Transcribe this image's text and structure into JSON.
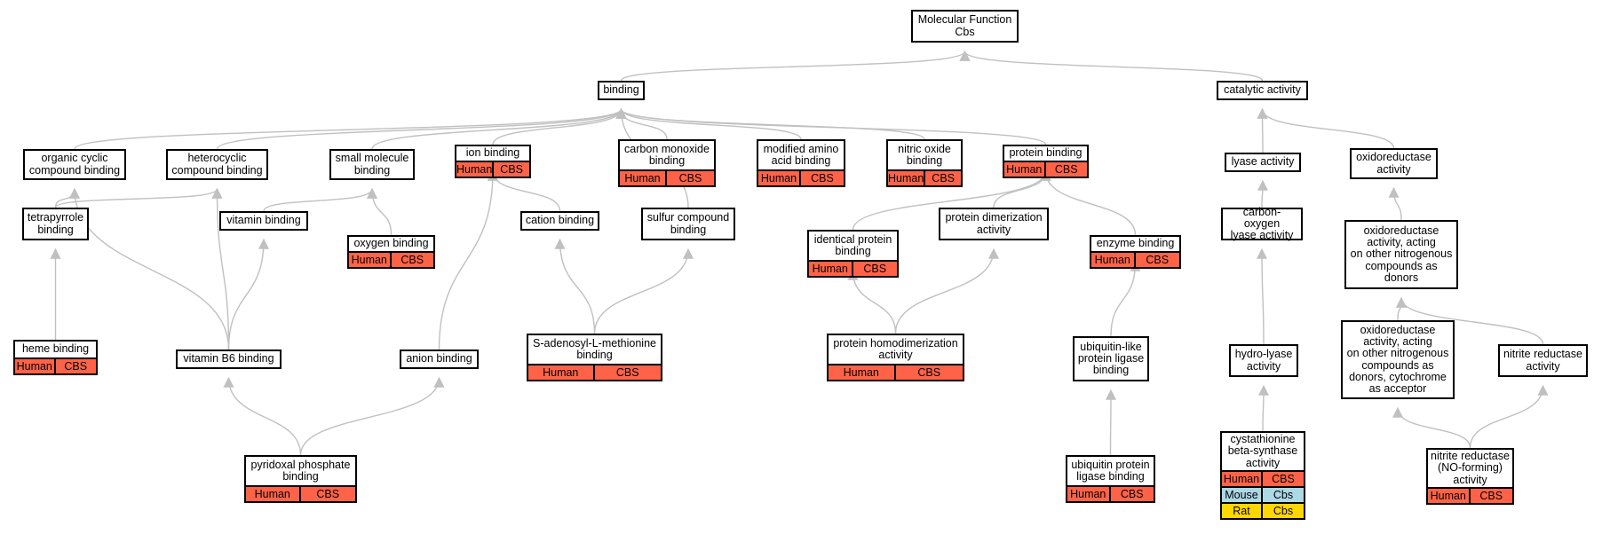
{
  "colors": {
    "edge": "#c0c0c0",
    "human": "#ff6347",
    "mouse": "#add8e6",
    "rat": "#ffd700",
    "border": "#000000",
    "background": "#ffffff"
  },
  "terms": {
    "molecular_function": [
      "Molecular Function",
      "Cbs"
    ],
    "binding": [
      "binding"
    ],
    "catalytic_activity": [
      "catalytic activity"
    ],
    "organic_cyclic": [
      "organic cyclic",
      "compound binding"
    ],
    "heterocyclic": [
      "heterocyclic",
      "compound binding"
    ],
    "small_molecule": [
      "small molecule",
      "binding"
    ],
    "ion_binding": [
      "ion binding"
    ],
    "carbon_monoxide": [
      "carbon monoxide",
      "binding"
    ],
    "modified_amino": [
      "modified amino",
      "acid binding"
    ],
    "nitric_oxide": [
      "nitric oxide",
      "binding"
    ],
    "protein_binding": [
      "protein binding"
    ],
    "lyase_activity": [
      "lyase activity"
    ],
    "oxidoreductase": [
      "oxidoreductase",
      "activity"
    ],
    "tetrapyrrole": [
      "tetrapyrrole",
      "binding"
    ],
    "vitamin_binding": [
      "vitamin binding"
    ],
    "oxygen_binding": [
      "oxygen binding"
    ],
    "cation_binding": [
      "cation binding"
    ],
    "sulfur_compound": [
      "sulfur compound",
      "binding"
    ],
    "identical_protein": [
      "identical protein",
      "binding"
    ],
    "protein_dimerization": [
      "protein dimerization",
      "activity"
    ],
    "enzyme_binding": [
      "enzyme binding"
    ],
    "carbon_oxygen_lyase": [
      "carbon-oxygen",
      "lyase activity"
    ],
    "oxidoreductase_nitrogenous": [
      "oxidoreductase",
      "activity, acting",
      "on other nitrogenous",
      "compounds as",
      "donors"
    ],
    "heme_binding": [
      "heme binding"
    ],
    "vitamin_b6": [
      "vitamin B6 binding"
    ],
    "anion_binding": [
      "anion binding"
    ],
    "sam_binding": [
      "S-adenosyl-L-methionine",
      "binding"
    ],
    "protein_homodimerization": [
      "protein homodimerization",
      "activity"
    ],
    "ubiquitin_like": [
      "ubiquitin-like",
      "protein ligase",
      "binding"
    ],
    "hydro_lyase": [
      "hydro-lyase",
      "activity"
    ],
    "oxidoreductase_cytochrome": [
      "oxidoreductase",
      "activity, acting",
      "on other nitrogenous",
      "compounds as",
      "donors, cytochrome",
      "as acceptor"
    ],
    "nitrite_reductase": [
      "nitrite reductase",
      "activity"
    ],
    "pyridoxal_phosphate": [
      "pyridoxal phosphate",
      "binding"
    ],
    "ubiquitin_protein_ligase": [
      "ubiquitin protein",
      "ligase binding"
    ],
    "cystathionine": [
      "cystathionine",
      "beta-synthase",
      "activity"
    ],
    "nitrite_reductase_no": [
      "nitrite reductase",
      "(NO-forming)",
      "activity"
    ]
  },
  "annotations": {
    "ion_binding": [
      [
        "Human",
        "CBS"
      ]
    ],
    "carbon_monoxide": [
      [
        "Human",
        "CBS"
      ]
    ],
    "modified_amino": [
      [
        "Human",
        "CBS"
      ]
    ],
    "nitric_oxide": [
      [
        "Human",
        "CBS"
      ]
    ],
    "protein_binding": [
      [
        "Human",
        "CBS"
      ]
    ],
    "oxygen_binding": [
      [
        "Human",
        "CBS"
      ]
    ],
    "identical_protein": [
      [
        "Human",
        "CBS"
      ]
    ],
    "enzyme_binding": [
      [
        "Human",
        "CBS"
      ]
    ],
    "heme_binding": [
      [
        "Human",
        "CBS"
      ]
    ],
    "sam_binding": [
      [
        "Human",
        "CBS"
      ]
    ],
    "protein_homodimerization": [
      [
        "Human",
        "CBS"
      ]
    ],
    "pyridoxal_phosphate": [
      [
        "Human",
        "CBS"
      ]
    ],
    "ubiquitin_protein_ligase": [
      [
        "Human",
        "CBS"
      ]
    ],
    "cystathionine": [
      [
        "Human",
        "CBS"
      ],
      [
        "Mouse",
        "Cbs"
      ],
      [
        "Rat",
        "Cbs"
      ]
    ],
    "nitrite_reductase_no": [
      [
        "Human",
        "CBS"
      ]
    ]
  },
  "edges": [
    [
      "binding",
      "molecular_function"
    ],
    [
      "catalytic_activity",
      "molecular_function"
    ],
    [
      "organic_cyclic",
      "binding"
    ],
    [
      "heterocyclic",
      "binding"
    ],
    [
      "small_molecule",
      "binding"
    ],
    [
      "ion_binding",
      "binding"
    ],
    [
      "carbon_monoxide",
      "binding"
    ],
    [
      "modified_amino",
      "binding"
    ],
    [
      "nitric_oxide",
      "binding"
    ],
    [
      "protein_binding",
      "binding"
    ],
    [
      "sulfur_compound",
      "binding"
    ],
    [
      "lyase_activity",
      "catalytic_activity"
    ],
    [
      "oxidoreductase",
      "catalytic_activity"
    ],
    [
      "tetrapyrrole",
      "organic_cyclic"
    ],
    [
      "tetrapyrrole",
      "heterocyclic"
    ],
    [
      "vitamin_b6",
      "organic_cyclic"
    ],
    [
      "vitamin_b6",
      "heterocyclic"
    ],
    [
      "vitamin_binding",
      "small_molecule"
    ],
    [
      "oxygen_binding",
      "small_molecule"
    ],
    [
      "cation_binding",
      "ion_binding"
    ],
    [
      "anion_binding",
      "ion_binding"
    ],
    [
      "identical_protein",
      "protein_binding"
    ],
    [
      "protein_dimerization",
      "protein_binding"
    ],
    [
      "enzyme_binding",
      "protein_binding"
    ],
    [
      "carbon_oxygen_lyase",
      "lyase_activity"
    ],
    [
      "oxidoreductase_nitrogenous",
      "oxidoreductase"
    ],
    [
      "heme_binding",
      "tetrapyrrole"
    ],
    [
      "vitamin_b6",
      "vitamin_binding"
    ],
    [
      "sam_binding",
      "cation_binding"
    ],
    [
      "sam_binding",
      "sulfur_compound"
    ],
    [
      "protein_homodimerization",
      "identical_protein"
    ],
    [
      "protein_homodimerization",
      "protein_dimerization"
    ],
    [
      "ubiquitin_like",
      "enzyme_binding"
    ],
    [
      "hydro_lyase",
      "carbon_oxygen_lyase"
    ],
    [
      "oxidoreductase_cytochrome",
      "oxidoreductase_nitrogenous"
    ],
    [
      "nitrite_reductase",
      "oxidoreductase_nitrogenous"
    ],
    [
      "pyridoxal_phosphate",
      "vitamin_b6"
    ],
    [
      "pyridoxal_phosphate",
      "anion_binding"
    ],
    [
      "ubiquitin_protein_ligase",
      "ubiquitin_like"
    ],
    [
      "cystathionine",
      "hydro_lyase"
    ],
    [
      "nitrite_reductase_no",
      "oxidoreductase_cytochrome"
    ],
    [
      "nitrite_reductase_no",
      "nitrite_reductase"
    ]
  ]
}
